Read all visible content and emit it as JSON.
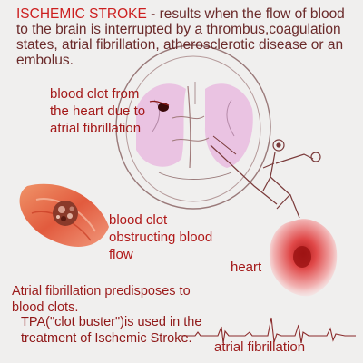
{
  "title": {
    "prefix": "ISCHEMIC STROKE",
    "rest": " - results when the flow of blood to the brain is interrupted by a thrombus,coagulation states, atrial fibrillation, atherosclerotic disease or an embolus."
  },
  "labels": {
    "clot_from_heart": "blood clot from the heart due to atrial fibrillation",
    "clot_obstructing": "blood clot obstructing blood flow",
    "heart": "heart",
    "afib_predisposes": "Atrial fibrillation predisposes to blood clots.",
    "tpa": "TPA(\"clot buster\")is used in the treatment of Ischemic Stroke.",
    "afib": "atrial fibrillation"
  },
  "colors": {
    "text_red": "#cc1f1f",
    "brain_fill": "#e8b4dd",
    "clot_vessel": "#e05530",
    "heart_red": "#d23b3b",
    "sketch_line": "#7a3a3a"
  }
}
